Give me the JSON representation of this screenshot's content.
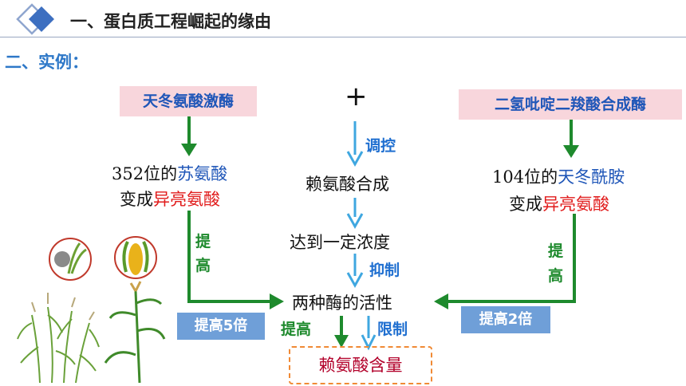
{
  "header": {
    "title": "一、蛋白质工程崛起的缘由",
    "section": "二、实例："
  },
  "diagram": {
    "left_box": "天冬氨酸激酶",
    "right_box": "二氢吡啶二羧酸合成酶",
    "plus": "+",
    "left_line1_prefix": "352位的",
    "left_line1_highlight": "苏氨酸",
    "left_line2_prefix": "变成",
    "left_line2_highlight": "异亮氨酸",
    "right_line1_prefix": "104位的",
    "right_line1_highlight": "天冬酰胺",
    "right_line2_prefix": "变成",
    "right_line2_highlight": "异亮氨酸",
    "regulate_label": "调控",
    "center_step1": "赖氨酸合成",
    "center_step2": "达到一定浓度",
    "inhibit_label": "抑制",
    "center_step3": "两种酶的活性",
    "left_raise_c1": "提",
    "left_raise_c2": "高",
    "right_raise_c1": "提",
    "right_raise_c2": "高",
    "left_badge": "提高5倍",
    "right_badge": "提高2倍",
    "bottom_raise": "提高",
    "bottom_limit": "限制",
    "result": "赖氨酸含量"
  },
  "colors": {
    "green_arrow": "#1e8a2d",
    "blue_arrow": "#3fa7e0",
    "accent_blue": "#1f56b8"
  }
}
